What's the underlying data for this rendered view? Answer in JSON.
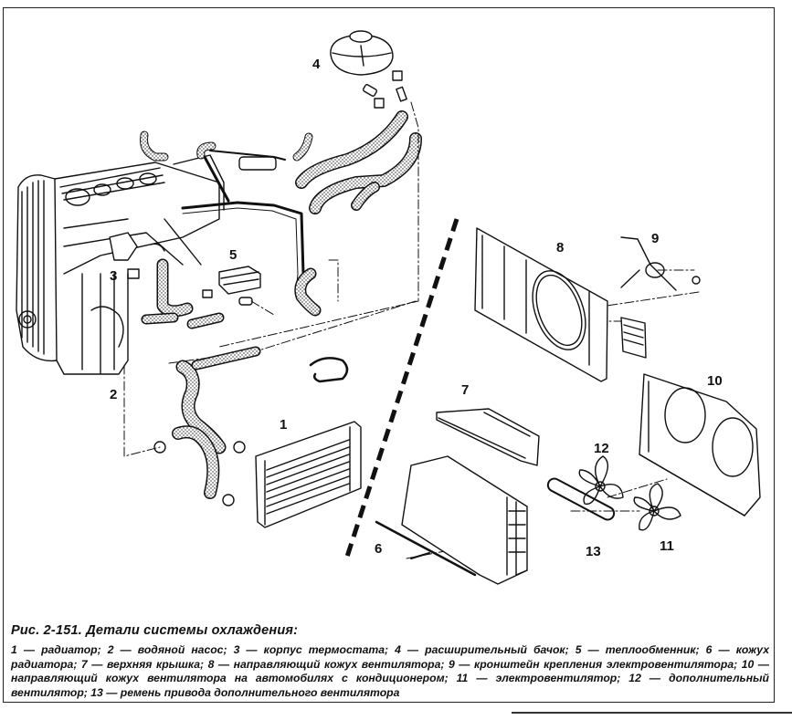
{
  "figure": {
    "title": "Рис. 2-151. Детали системы охлаждения:",
    "legend_text": "1 — радиатор; 2 — водяной насос; 3 — корпус термостата; 4 — расширительный бачок; 5 — теплообменник; 6 — кожух радиатора; 7 — верхняя крышка; 8 — направляющий кожух вентилятора; 9 — кронштейн крепления электровентилятора; 10 — направляющий кожух вентилятора на автомобилях с кондиционером; 11 — электровентилятор; 12 — дополнительный вентилятор; 13 — ремень привода дополнительного вентилятора",
    "legend": [
      {
        "num": "1",
        "label": "радиатор"
      },
      {
        "num": "2",
        "label": "водяной насос"
      },
      {
        "num": "3",
        "label": "корпус термостата"
      },
      {
        "num": "4",
        "label": "расширительный бачок"
      },
      {
        "num": "5",
        "label": "теплообменник"
      },
      {
        "num": "6",
        "label": "кожух радиатора"
      },
      {
        "num": "7",
        "label": "верхняя крышка"
      },
      {
        "num": "8",
        "label": "направляющий кожух вентилятора"
      },
      {
        "num": "9",
        "label": "кронштейн крепления электровентилятора"
      },
      {
        "num": "10",
        "label": "направляющий кожух вентилятора на автомобилях с кондиционером"
      },
      {
        "num": "11",
        "label": "электровентилятор"
      },
      {
        "num": "12",
        "label": "дополнительный вентилятор"
      },
      {
        "num": "13",
        "label": "ремень привода дополнительного вентилятора"
      }
    ],
    "callouts": {
      "c1": "1",
      "c2": "2",
      "c3": "3",
      "c4": "4",
      "c5": "5",
      "c6": "6",
      "c7": "7",
      "c8": "8",
      "c9": "9",
      "c10": "10",
      "c11": "11",
      "c12": "12",
      "c13": "13"
    }
  }
}
